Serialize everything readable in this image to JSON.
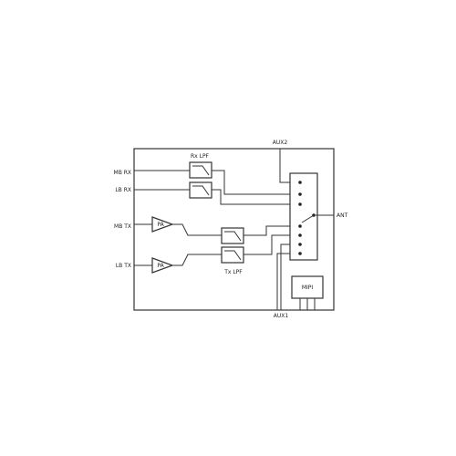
{
  "diagram": {
    "ports_left": {
      "mb_rx": "MB RX",
      "lb_rx": "LB RX",
      "mb_tx": "MB TX",
      "lb_tx": "LB TX"
    },
    "blocks": {
      "rx_lpf": "Rx LPF",
      "tx_lpf": "Tx LPF",
      "pa_top": "PA",
      "pa_bottom": "PA",
      "mipi": "MIPI"
    },
    "ports_other": {
      "aux2": "AUX2",
      "aux1": "AUX1",
      "ant": "ANT"
    }
  }
}
